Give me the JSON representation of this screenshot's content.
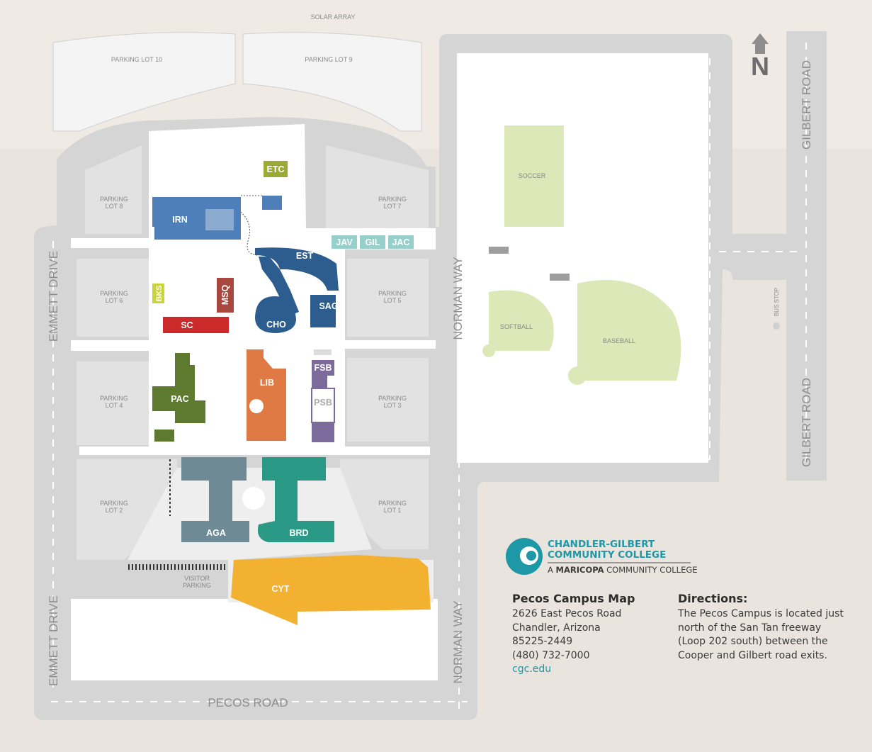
{
  "map_labels": {
    "solar_array": "SOLAR ARRAY",
    "lot10": "PARKING LOT 10",
    "lot9": "PARKING LOT 9",
    "parking": "PARKING",
    "lot8": "LOT 8",
    "lot7": "LOT 7",
    "lot6": "LOT 6",
    "lot5": "LOT 5",
    "lot4": "LOT 4",
    "lot3": "LOT 3",
    "lot2": "LOT 2",
    "lot1": "LOT 1",
    "visitor": "VISITOR",
    "visitor_parking": "PARKING",
    "soccer": "SOCCER",
    "softball": "SOFTBALL",
    "baseball": "BASEBALL",
    "bus_stop": "BUS STOP"
  },
  "roads": {
    "emmett": "EMMETT DRIVE",
    "norman": "NORMAN WAY",
    "gilbert": "GILBERT ROAD",
    "pecos": "PECOS ROAD"
  },
  "compass": "N",
  "buildings": {
    "etc": "ETC",
    "irn": "IRN",
    "jav": "JAV",
    "gil": "GIL",
    "jac": "JAC",
    "est": "EST",
    "bks": "BKS",
    "msq": "MSQ",
    "sag": "SAG",
    "sc": "SC",
    "cho": "CHO",
    "pac": "PAC",
    "lib": "LIB",
    "fsb": "FSB",
    "psb": "PSB",
    "aga": "AGA",
    "brd": "BRD",
    "cyt": "CYT"
  },
  "colors": {
    "blue": "#4e7fb8",
    "navy": "#2d5d8f",
    "green": "#9aaa35",
    "teal_light": "#97cfcd",
    "olive": "#5e7a2e",
    "orange": "#e07a45",
    "purple": "#7c6a9c",
    "lavender": "#c9bfdb",
    "red": "#cc2a2a",
    "maroon": "#a8473e",
    "yellow": "#c8d43a",
    "slate": "#6e8a95",
    "teal": "#2a9a86",
    "gold": "#f2b131",
    "field": "#dde8b9",
    "road": "#d5d5d5"
  },
  "logo": {
    "name_line1": "CHANDLER-GILBERT",
    "name_line2": "COMMUNITY COLLEGE",
    "tag_prefix": "A ",
    "tag_bold": "MARICOPA",
    "tag_suffix": " COMMUNITY COLLEGE"
  },
  "info": {
    "map_title": "Pecos Campus Map",
    "address": [
      "2626 East Pecos Road",
      "Chandler, Arizona",
      "85225-2449",
      "(480) 732-7000"
    ],
    "website": "cgc.edu",
    "directions_title": "Directions:",
    "directions": [
      "The Pecos Campus is located just",
      "north of the San Tan freeway",
      "(Loop 202 south) between the",
      "Cooper and Gilbert road exits."
    ]
  }
}
